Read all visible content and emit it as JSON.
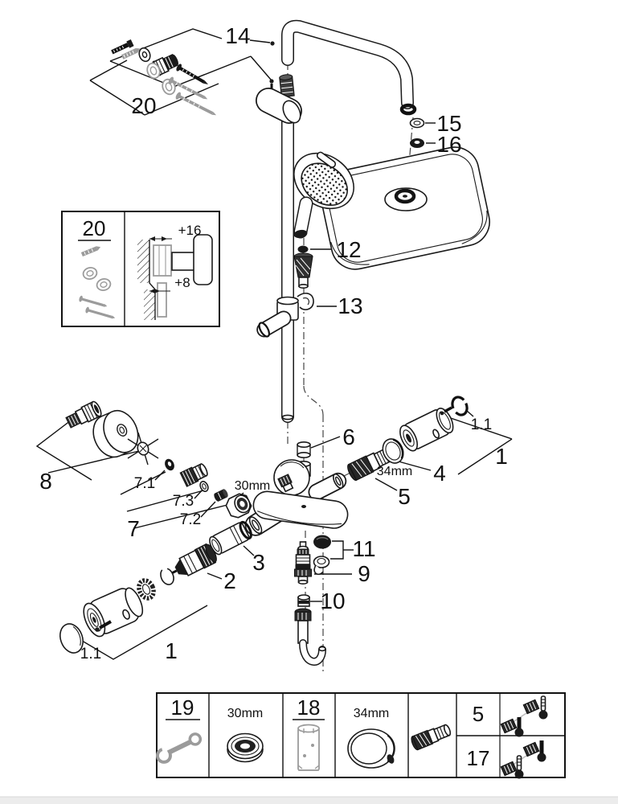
{
  "diagram": {
    "kind": "exploded-parts-diagram",
    "subject": "thermostatic shower system with head shower, hand shower and bath spout",
    "callouts": {
      "n14": "14",
      "n20_top": "20",
      "n15": "15",
      "n16": "16",
      "n12": "12",
      "n13": "13",
      "n8": "8",
      "n7_1": "7.1",
      "n7_3": "7.3",
      "n7_2": "7.2",
      "n7": "7",
      "dim30": "30mm",
      "n6": "6",
      "dim34": "34mm",
      "n4": "4",
      "n5": "5",
      "n1_1_right": "1.1",
      "n1_right": "1",
      "n3": "3",
      "n2": "2",
      "n11": "11",
      "n9": "9",
      "n10": "10",
      "n1_bottom": "1",
      "n1_1_bottom": "1.1"
    },
    "inset": {
      "num": "20",
      "dim_top": "+16",
      "dim_bottom": "+8"
    },
    "legend": {
      "n19": "19",
      "dim30": "30mm",
      "n18": "18",
      "dim34": "34mm",
      "n5": "5",
      "n17": "17"
    },
    "icons": [
      "wrench-icon",
      "nut-30mm-icon",
      "socket-tool-icon",
      "ring-34mm-icon",
      "check-valve-icon",
      "thermometer-icon"
    ],
    "colors": {
      "line": "#1a1a1a",
      "gray": "#9b9b9b",
      "background": "#ffffff",
      "footer_bar": "#ececec"
    }
  }
}
